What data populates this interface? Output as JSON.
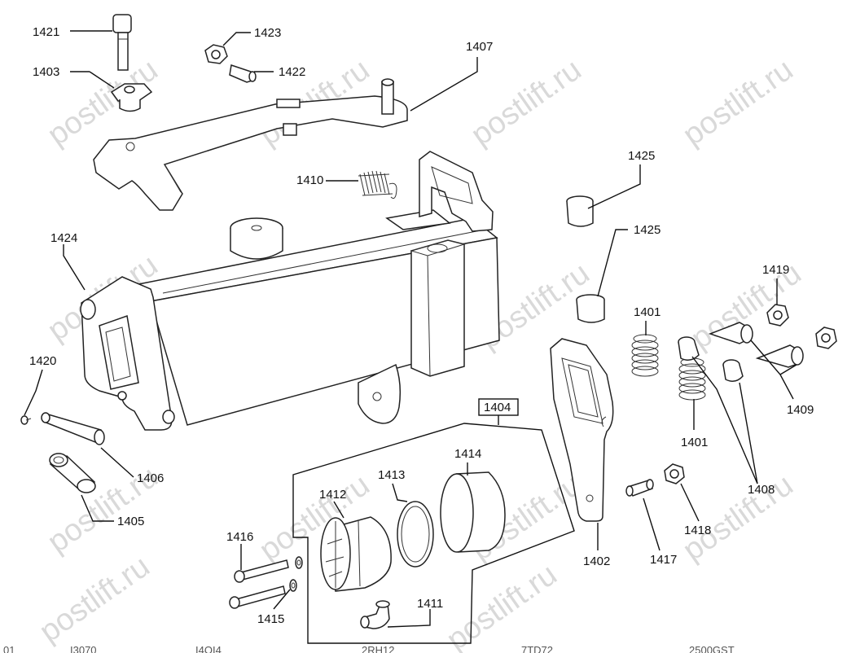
{
  "watermark": "postlift.ru",
  "callouts": {
    "p1421": "1421",
    "p1423": "1423",
    "p1403": "1403",
    "p1422": "1422",
    "p1407": "1407",
    "p1410": "1410",
    "p1425a": "1425",
    "p1425b": "1425",
    "p1424": "1424",
    "p1419": "1419",
    "p1401a": "1401",
    "p1401b": "1401",
    "p1409": "1409",
    "p1420": "1420",
    "p1404": "1404",
    "p1406": "1406",
    "p1405": "1405",
    "p1413": "1413",
    "p1414": "1414",
    "p1412": "1412",
    "p1408": "1408",
    "p1418": "1418",
    "p1416": "1416",
    "p1402": "1402",
    "p1417": "1417",
    "p1411": "1411",
    "p1415": "1415"
  },
  "bottom_strip": [
    "01",
    "I3070",
    "I4OI4",
    "2RH12",
    "7TD72",
    "2500GST"
  ]
}
